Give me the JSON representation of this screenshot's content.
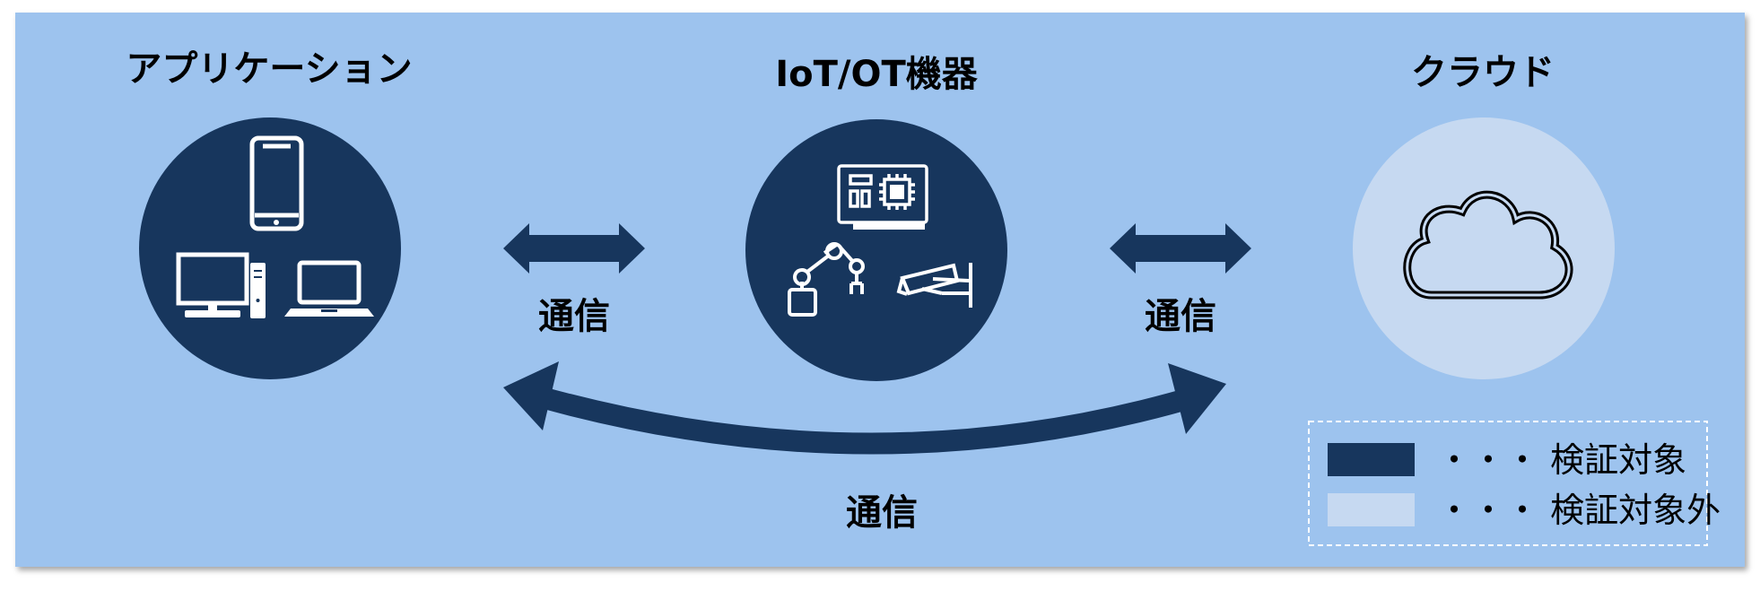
{
  "nodes": {
    "application": {
      "title": "アプリケーション",
      "icons": [
        "smartphone-icon",
        "desktop-pc-icon",
        "laptop-icon"
      ],
      "status": "in-scope"
    },
    "device": {
      "title": "IoT/OT機器",
      "icons": [
        "circuit-board-icon",
        "robot-arm-icon",
        "security-camera-icon"
      ],
      "status": "in-scope"
    },
    "cloud": {
      "title": "クラウド",
      "icons": [
        "cloud-icon"
      ],
      "status": "out-of-scope"
    }
  },
  "links": {
    "app_device": "通信",
    "device_cloud": "通信",
    "app_cloud": "通信"
  },
  "legend": {
    "in_scope": {
      "label": "・・・ 検証対象",
      "color": "#17365d"
    },
    "out_of_scope": {
      "label": "・・・ 検証対象外",
      "color": "#c6d9f1"
    }
  },
  "colors": {
    "background": "#9dc3ee",
    "dark_navy": "#17365d",
    "light_blue": "#c6d9f1",
    "icon_line": "#ffffff"
  }
}
